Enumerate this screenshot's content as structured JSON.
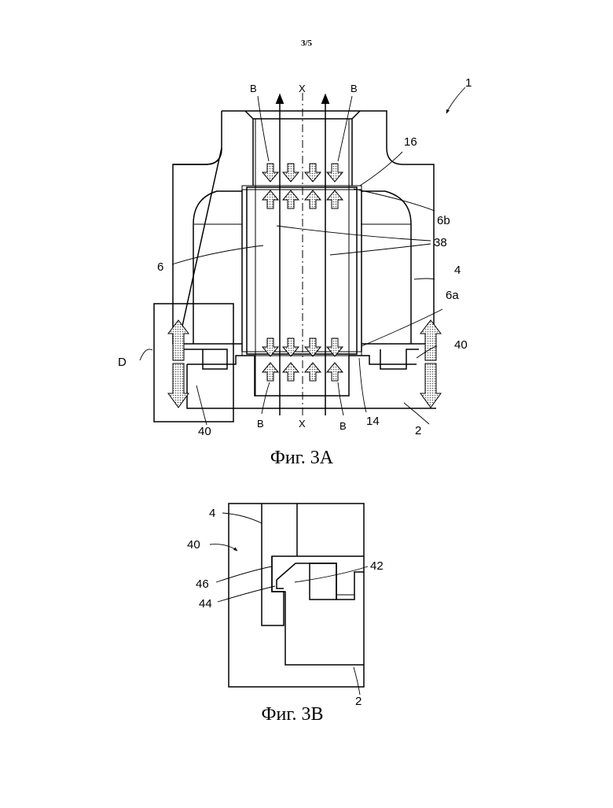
{
  "page_number": "3/5",
  "figure_a": {
    "caption": "Фиг. 3А",
    "labels": {
      "ref_1": "1",
      "ref_16": "16",
      "ref_6b": "6b",
      "ref_38": "38",
      "ref_6": "6",
      "ref_4": "4",
      "ref_6a": "6a",
      "ref_40_right": "40",
      "ref_d": "D",
      "ref_40_bottom": "40",
      "ref_14": "14",
      "ref_2": "2",
      "b_top_left": "B",
      "b_top_right": "B",
      "b_bottom_left": "B",
      "b_bottom_right": "B",
      "x_top": "X",
      "x_bottom": "X"
    }
  },
  "figure_b": {
    "caption": "Фиг. 3В",
    "labels": {
      "ref_4": "4",
      "ref_40": "40",
      "ref_46": "46",
      "ref_44": "44",
      "ref_42": "42",
      "ref_2": "2"
    }
  }
}
